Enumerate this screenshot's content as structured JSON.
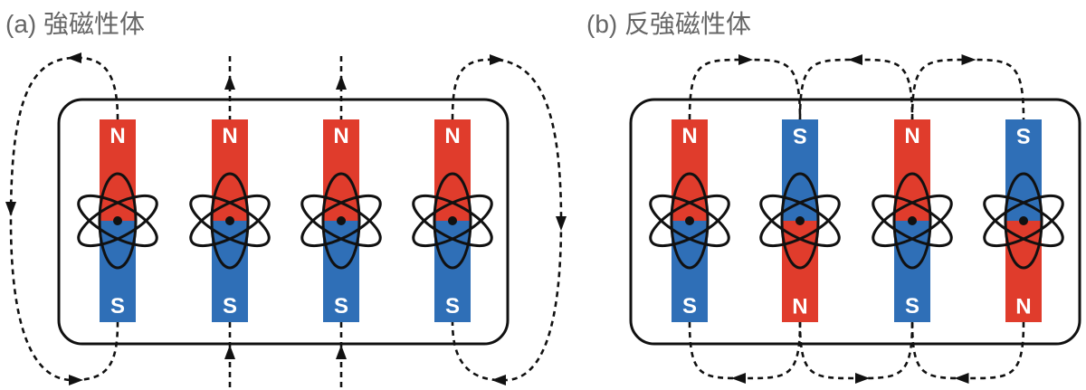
{
  "panels": [
    {
      "id": "a",
      "title": "(a) 強磁性体",
      "magnets": [
        {
          "top": "N",
          "bottom": "S",
          "top_color": "#e03c2c",
          "bottom_color": "#2f6fb7",
          "inverted": false
        },
        {
          "top": "N",
          "bottom": "S",
          "top_color": "#e03c2c",
          "bottom_color": "#2f6fb7",
          "inverted": false
        },
        {
          "top": "N",
          "bottom": "S",
          "top_color": "#e03c2c",
          "bottom_color": "#2f6fb7",
          "inverted": false
        },
        {
          "top": "N",
          "bottom": "S",
          "top_color": "#e03c2c",
          "bottom_color": "#2f6fb7",
          "inverted": false
        }
      ]
    },
    {
      "id": "b",
      "title": "(b) 反強磁性体",
      "magnets": [
        {
          "top": "N",
          "bottom": "S",
          "top_color": "#e03c2c",
          "bottom_color": "#2f6fb7",
          "inverted": false
        },
        {
          "top": "S",
          "bottom": "N",
          "top_color": "#2f6fb7",
          "bottom_color": "#e03c2c",
          "inverted": true
        },
        {
          "top": "N",
          "bottom": "S",
          "top_color": "#e03c2c",
          "bottom_color": "#2f6fb7",
          "inverted": false
        },
        {
          "top": "S",
          "bottom": "N",
          "top_color": "#2f6fb7",
          "bottom_color": "#e03c2c",
          "inverted": true
        }
      ]
    }
  ],
  "colors": {
    "north": "#e03c2c",
    "south": "#2f6fb7",
    "line": "#111111",
    "title": "#666666"
  }
}
